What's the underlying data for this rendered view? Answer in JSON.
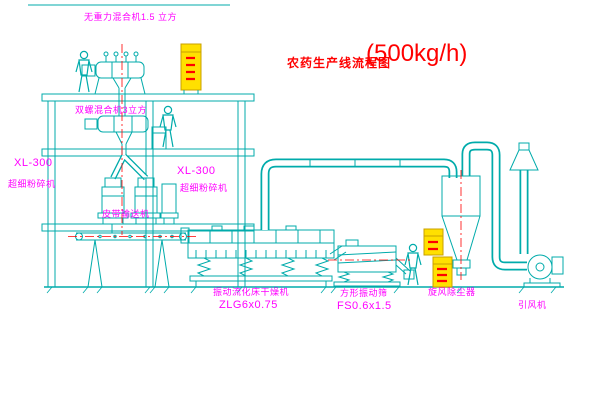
{
  "diagram": {
    "title": "农药生产线流程图",
    "capacity": "(500kg/h)"
  },
  "labels": {
    "gravity_mixer": "无重力混合机1.5 立方",
    "double_screw_mixer": "双螺混合机3立方",
    "pulverizer_left_model": "XL-300",
    "pulverizer_left_name": "超细粉碎机",
    "pulverizer_right_model": "XL-300",
    "pulverizer_right_name": "超细粉碎机",
    "belt_conveyor": "皮带输送机",
    "dryer_name": "振动流化床干燥机",
    "dryer_model": "ZLG6x0.75",
    "screen_name": "方形振动筛",
    "screen_model": "FS0.6x1.5",
    "cyclone": "旋风除尘器",
    "fan": "引风机"
  },
  "colors": {
    "line": "#00ABAB",
    "label": "#FF00FF",
    "title": "#FF0000",
    "panel": "#FFE000",
    "centerline": "#FF0000",
    "background": "#FFFFFF"
  }
}
